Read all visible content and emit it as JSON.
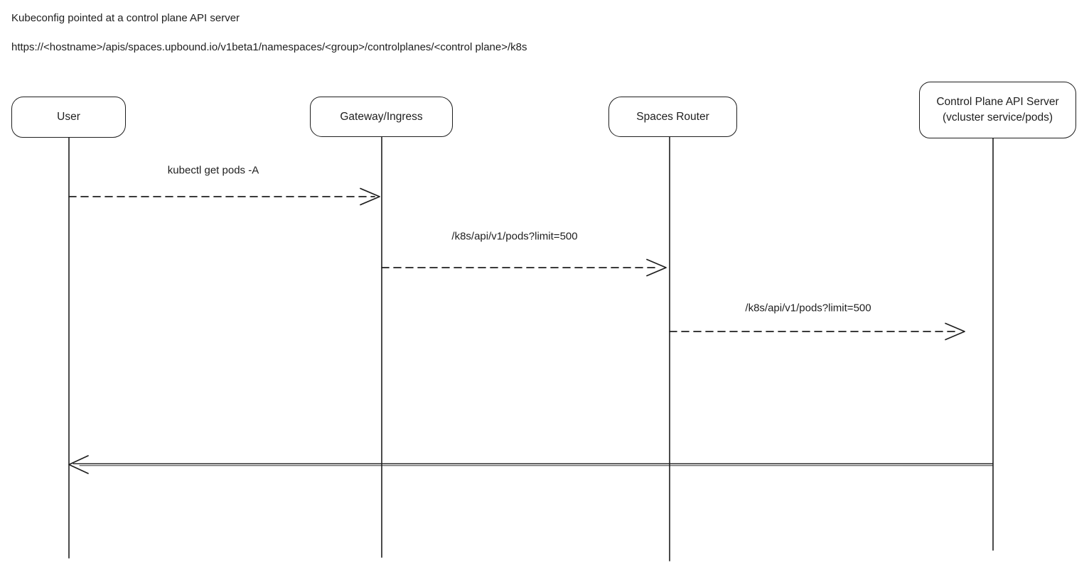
{
  "header": {
    "title": "Kubeconfig pointed at a control plane API server",
    "url": "https://<hostname>/apis/spaces.upbound.io/v1beta1/namespaces/<group>/controlplanes/<control plane>/k8s"
  },
  "actors": [
    {
      "label": "User"
    },
    {
      "label": "Gateway/Ingress"
    },
    {
      "label": "Spaces Router"
    },
    {
      "label": "Control Plane API Server",
      "sublabel": "(vcluster service/pods)"
    }
  ],
  "messages": [
    {
      "label": "kubectl get pods -A",
      "from": "User",
      "to": "Gateway/Ingress",
      "line_style": "dashed"
    },
    {
      "label": "/k8s/api/v1/pods?limit=500",
      "from": "Gateway/Ingress",
      "to": "Spaces Router",
      "line_style": "dashed"
    },
    {
      "label": "/k8s/api/v1/pods?limit=500",
      "from": "Spaces Router",
      "to": "Control Plane API Server",
      "line_style": "dashed"
    },
    {
      "label": "",
      "from": "Control Plane API Server",
      "to": "User",
      "line_style": "solid"
    }
  ],
  "colors": {
    "stroke": "#1e1e1e",
    "text": "#1e1e1e",
    "background": "#ffffff"
  }
}
